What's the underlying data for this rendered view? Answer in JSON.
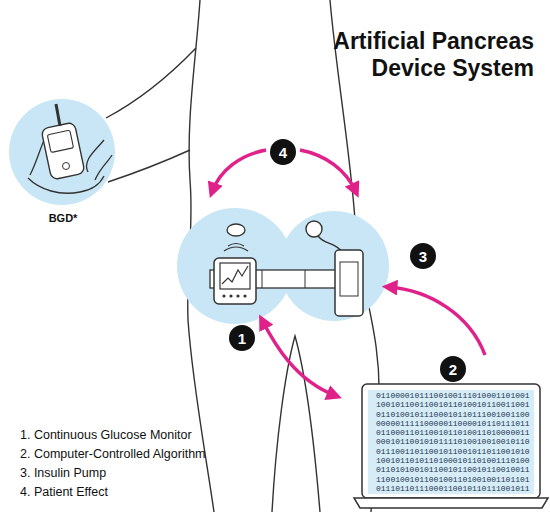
{
  "diagram": {
    "title": "Artificial Pancreas Device System",
    "nodes": [
      {
        "text": [
          "4"
        ]
      },
      {
        "text": [
          "3"
        ]
      },
      {
        "text": [
          "1"
        ]
      },
      {
        "text": [
          "2"
        ]
      }
    ],
    "labels": [
      "BGD*",
      "01100001011100100111010001101001 10010110011001011010010110011001 01101001011100010110111001001100 00000111110000011000010110111011 01100011011001011010011010000011 00010110010101111010010010010110 01110011011001011001011011001010 10010110101101000101101001110100 01101010010110010110010110010011 11001001011001001101001001101101 01110110111000110010110111001011",
      "1. Continuous Glucose Monitor",
      "2. Computer-Controlled Algorithm",
      "3. Insulin Pump",
      "4. Patient Effect"
    ]
  }
}
